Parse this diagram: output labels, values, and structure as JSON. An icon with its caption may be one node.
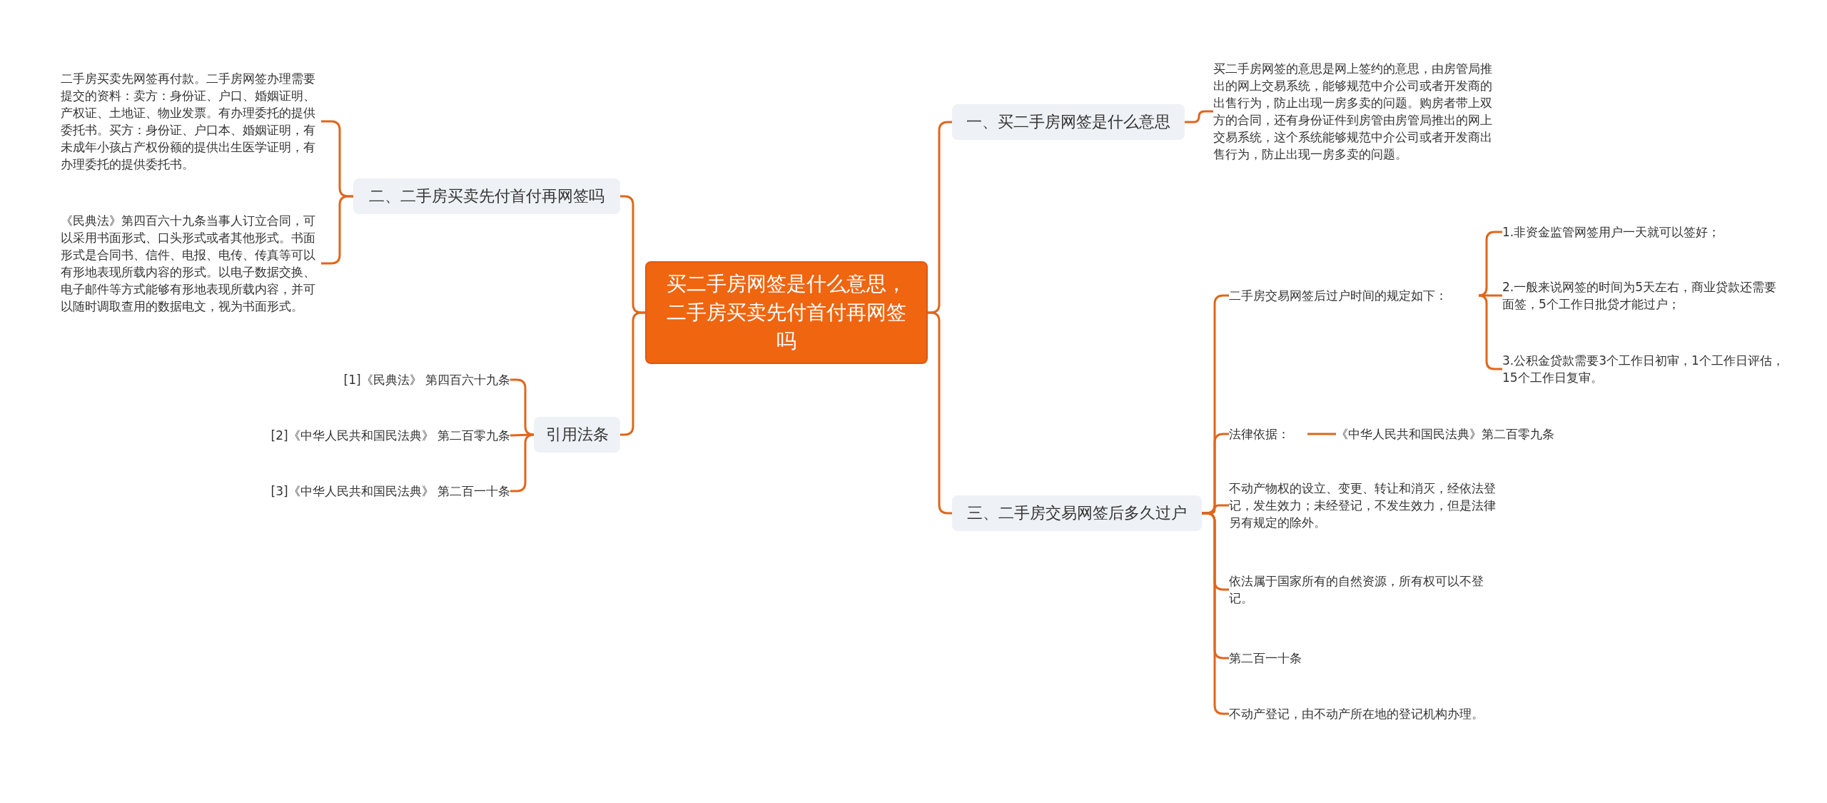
{
  "diagram": {
    "nodes": [
      {
        "text": [
          "买二手房网签是什么意思，二手房买卖先付首付再网签吗"
        ]
      },
      {
        "text": [
          "一、买二手房网签是什么意思"
        ]
      },
      {
        "text": [
          "买二手房网签的意思是网上签约的意思，由房管局推出的网上交易系统，能够规范中介公司或者开发商的出售行为，防止出现一房多卖的问题。购房者带上双方的合同，还有身份证件到房管由房管局推出的网上交易系统，这个系统能够规范中介公司或者开发商出售行为，防止出现一房多卖的问题。"
        ]
      },
      {
        "text": [
          "三、二手房交易网签后多久过户"
        ]
      },
      {
        "text": [
          "二手房交易网签后过户时间的规定如下："
        ]
      },
      {
        "text": [
          "1.非资金监管网签用户一天就可以签好；"
        ]
      },
      {
        "text": [
          "2.一般来说网签的时间为5天左右，商业贷款还需要面签，5个工作日批贷才能过户；"
        ]
      },
      {
        "text": [
          "3.公积金贷款需要3个工作日初审，1个工作日评估，15个工作日复审。"
        ]
      },
      {
        "text": [
          "法律依据："
        ]
      },
      {
        "text": [
          "《中华人民共和国民法典》第二百零九条"
        ]
      },
      {
        "text": [
          "不动产物权的设立、变更、转让和消灭，经依法登记，发生效力；未经登记，不发生效力，但是法律另有规定的除外。"
        ]
      },
      {
        "text": [
          "依法属于国家所有的自然资源，所有权可以不登记。"
        ]
      },
      {
        "text": [
          "第二百一十条"
        ]
      },
      {
        "text": [
          "不动产登记，由不动产所在地的登记机构办理。"
        ]
      },
      {
        "text": [
          "二、二手房买卖先付首付再网签吗"
        ]
      },
      {
        "text": [
          "二手房买卖先网签再付款。二手房网签办理需要提交的资料：卖方：身份证、户口、婚姻证明、产权证、土地证、物业发票。有办理委托的提供委托书。买方：身份证、户口本、婚姻证明，有未成年小孩占产权份额的提供出生医学证明，有办理委托的提供委托书。"
        ]
      },
      {
        "text": [
          "《民典法》第四百六十九条当事人订立合同，可以采用书面形式、口头形式或者其他形式。书面形式是合同书、信件、电报、电传、传真等可以有形地表现所载内容的形式。以电子数据交换、电子邮件等方式能够有形地表现所载内容，并可以随时调取查用的数据电文，视为书面形式。"
        ]
      },
      {
        "text": [
          "引用法条"
        ]
      },
      {
        "text": [
          "[1]《民典法》 第四百六十九条"
        ]
      },
      {
        "text": [
          "[2]《中华人民共和国民法典》 第二百零九条"
        ]
      },
      {
        "text": [
          "[3]《中华人民共和国民法典》 第二百一十条"
        ]
      }
    ],
    "edges": [
      {
        "from": 0,
        "to": 1,
        "arrow": "none"
      },
      {
        "from": 1,
        "to": 2,
        "arrow": "none"
      },
      {
        "from": 0,
        "to": 3,
        "arrow": "none"
      },
      {
        "from": 3,
        "to": 4,
        "arrow": "none"
      },
      {
        "from": 4,
        "to": 5,
        "arrow": "none"
      },
      {
        "from": 4,
        "to": 6,
        "arrow": "none"
      },
      {
        "from": 4,
        "to": 7,
        "arrow": "none"
      },
      {
        "from": 3,
        "to": 8,
        "arrow": "none"
      },
      {
        "from": 8,
        "to": 9,
        "arrow": "none"
      },
      {
        "from": 3,
        "to": 10,
        "arrow": "none"
      },
      {
        "from": 3,
        "to": 11,
        "arrow": "none"
      },
      {
        "from": 3,
        "to": 12,
        "arrow": "none"
      },
      {
        "from": 3,
        "to": 13,
        "arrow": "none"
      },
      {
        "from": 0,
        "to": 14,
        "arrow": "none"
      },
      {
        "from": 14,
        "to": 15,
        "arrow": "none"
      },
      {
        "from": 14,
        "to": 16,
        "arrow": "none"
      },
      {
        "from": 0,
        "to": 17,
        "arrow": "none"
      },
      {
        "from": 17,
        "to": 18,
        "arrow": "none"
      },
      {
        "from": 17,
        "to": 19,
        "arrow": "none"
      },
      {
        "from": 17,
        "to": 20,
        "arrow": "none"
      }
    ]
  }
}
